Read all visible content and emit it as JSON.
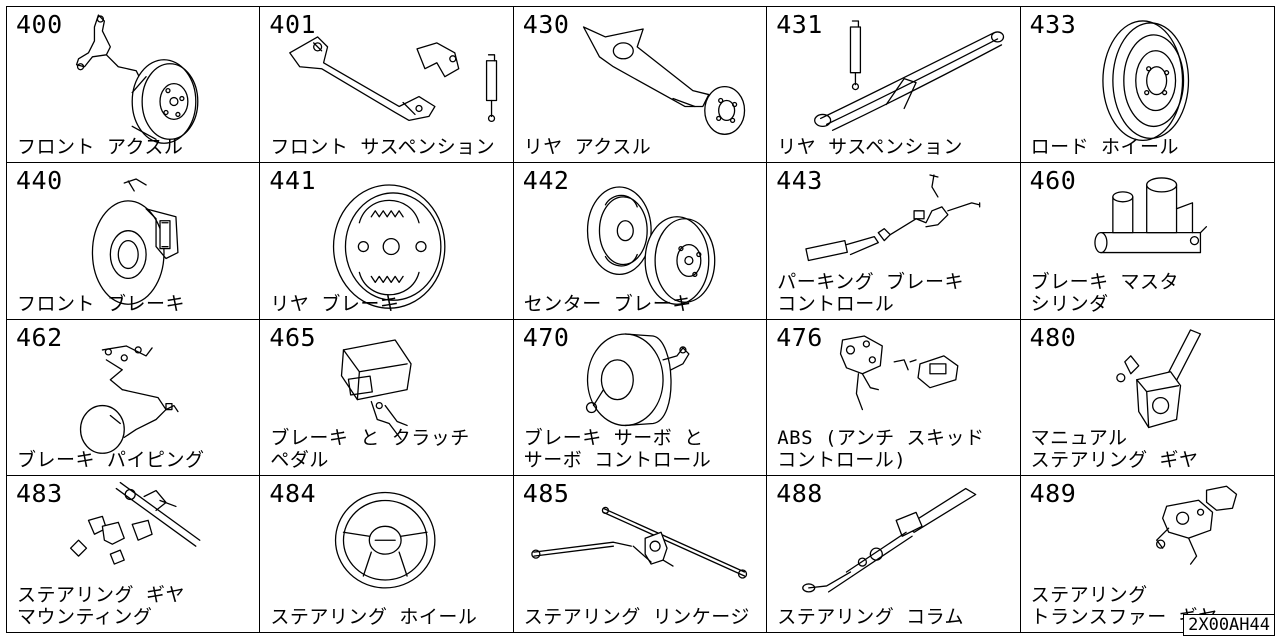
{
  "catalog_ref": "2X00AH44",
  "cells": [
    {
      "code": "400",
      "label": "フロント アクスル"
    },
    {
      "code": "401",
      "label": "フロント サスペンション"
    },
    {
      "code": "430",
      "label": "リヤ アクスル"
    },
    {
      "code": "431",
      "label": "リヤ サスペンション"
    },
    {
      "code": "433",
      "label": "ロード ホイール"
    },
    {
      "code": "440",
      "label": "フロント ブレーキ"
    },
    {
      "code": "441",
      "label": "リヤ ブレーキ"
    },
    {
      "code": "442",
      "label": "センター ブレーキ"
    },
    {
      "code": "443",
      "label": "パーキング ブレーキ\nコントロール"
    },
    {
      "code": "460",
      "label": "ブレーキ マスタ\nシリンダ"
    },
    {
      "code": "462",
      "label": "ブレーキ パイピング"
    },
    {
      "code": "465",
      "label": "ブレーキ と クラッチ\nペダル"
    },
    {
      "code": "470",
      "label": "ブレーキ サーボ と\nサーボ コントロール"
    },
    {
      "code": "476",
      "label": "ABS (アンチ スキッド\nコントロール)"
    },
    {
      "code": "480",
      "label": "マニュアル\nステアリング ギヤ"
    },
    {
      "code": "483",
      "label": "ステアリング ギヤ\nマウンティング"
    },
    {
      "code": "484",
      "label": "ステアリング ホイール"
    },
    {
      "code": "485",
      "label": "ステアリング リンケージ"
    },
    {
      "code": "488",
      "label": "ステアリング コラム"
    },
    {
      "code": "489",
      "label": "ステアリング\nトランスファー ギヤ"
    }
  ]
}
